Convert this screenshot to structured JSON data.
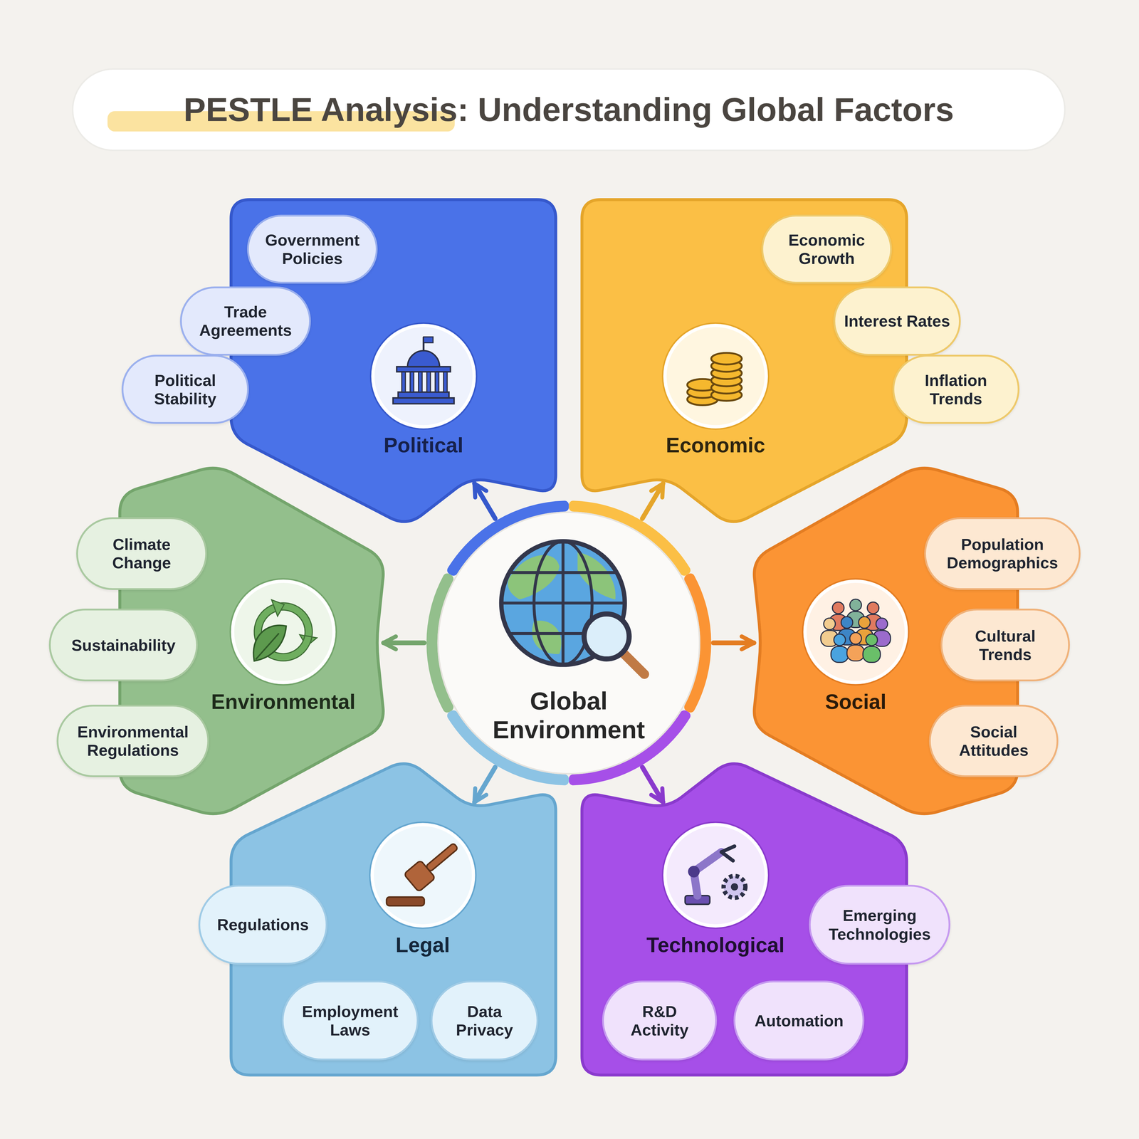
{
  "diagram": {
    "title": "PESTLE Analysis: Understanding Global Factors",
    "nodes": [
      {
        "text": [
          "Political"
        ]
      },
      {
        "text": [
          "Government Policies"
        ],
        "in": 0
      },
      {
        "text": [
          "Trade Agreements"
        ],
        "in": 0
      },
      {
        "text": [
          "Political Stability"
        ],
        "in": 0
      },
      {
        "text": [
          "Economic"
        ]
      },
      {
        "text": [
          "Economic Growth"
        ],
        "in": 4
      },
      {
        "text": [
          "Interest Rates"
        ],
        "in": 4
      },
      {
        "text": [
          "Inflation Trends"
        ],
        "in": 4
      },
      {
        "text": [
          "Environmental"
        ]
      },
      {
        "text": [
          "Climate Change"
        ],
        "in": 8
      },
      {
        "text": [
          "Sustainability"
        ],
        "in": 8
      },
      {
        "text": [
          "Environmental Regulations"
        ],
        "in": 8
      },
      {
        "text": [
          "Global Environment"
        ]
      },
      {
        "text": [
          "Social"
        ]
      },
      {
        "text": [
          "Population Demographics"
        ],
        "in": 13
      },
      {
        "text": [
          "Cultural Trends"
        ],
        "in": 13
      },
      {
        "text": [
          "Social Attitudes"
        ],
        "in": 13
      },
      {
        "text": [
          "Legal"
        ]
      },
      {
        "text": [
          "Regulations"
        ],
        "in": 17
      },
      {
        "text": [
          "Employment Laws"
        ],
        "in": 17
      },
      {
        "text": [
          "Data Privacy"
        ],
        "in": 17
      },
      {
        "text": [
          "Technological"
        ]
      },
      {
        "text": [
          "Emerging Technologies"
        ],
        "in": 21
      },
      {
        "text": [
          "R&D Activity"
        ],
        "in": 21
      },
      {
        "text": [
          "Automation"
        ],
        "in": 21
      }
    ],
    "edges": [
      {
        "from": 12,
        "to": 0,
        "arrow": "to"
      },
      {
        "from": 12,
        "to": 4,
        "arrow": "to"
      },
      {
        "from": 12,
        "to": 13,
        "arrow": "to"
      },
      {
        "from": 12,
        "to": 21,
        "arrow": "to"
      },
      {
        "from": 12,
        "to": 17,
        "arrow": "to"
      },
      {
        "from": 12,
        "to": 8,
        "arrow": "to"
      }
    ]
  }
}
